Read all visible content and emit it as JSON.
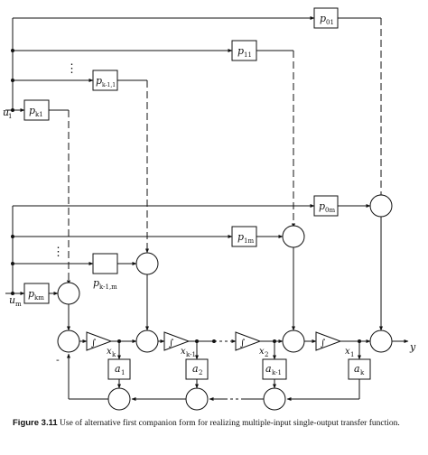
{
  "caption": {
    "label": "Figure 3.11",
    "text": "Use of alternative first companion form for realizing multiple-input single-output transfer function."
  },
  "inputs": {
    "u1": "u",
    "u1_sub": "1",
    "um": "u",
    "um_sub": "m"
  },
  "output": "y",
  "gains_top": {
    "p01": "p",
    "p01_sub": "01",
    "p11": "p",
    "p11_sub": "11",
    "pk11": "p",
    "pk11_sub": "k-1,1",
    "pk1": "p",
    "pk1_sub": "k1"
  },
  "gains_bottom": {
    "p1m": "p",
    "p1m_sub": "1m",
    "p0m": "p",
    "p0m_sub": "0m",
    "pk1m": "p",
    "pk1m_sub": "k-1,m",
    "pkm": "p",
    "pkm_sub": "km"
  },
  "states": {
    "xk": "x",
    "xk_sub": "k",
    "xk1": "x",
    "xk1_sub": "k-1",
    "x2": "x",
    "x2_sub": "2",
    "x1": "x",
    "x1_sub": "1"
  },
  "feedback": {
    "a1": "a",
    "a1_sub": "1",
    "a2": "a",
    "a2_sub": "2",
    "ak1": "a",
    "ak1_sub": "k-1",
    "ak": "a",
    "ak_sub": "k"
  },
  "ellipsis": "⋮",
  "integrator_symbol": "∫",
  "minus_sign": "-"
}
